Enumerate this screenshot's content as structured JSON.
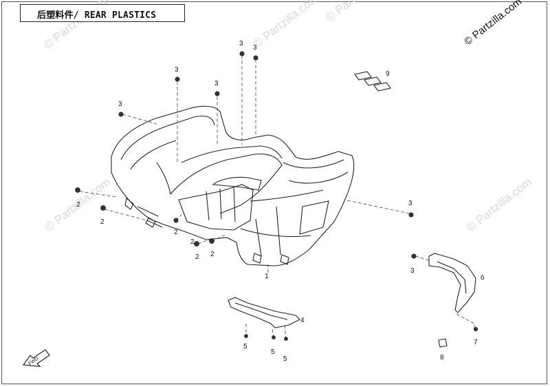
{
  "title": "后塑料件/ REAR PLASTICS",
  "watermark_main": "© Partzilla.com",
  "watermark_faint": "© Partzilla.com",
  "direction_arrow_label": "FWD",
  "callouts": {
    "c1": "1",
    "c2a": "2",
    "c2b": "2",
    "c2c": "2",
    "c2d": "2",
    "c2e": "2",
    "c2f": "2",
    "c3a": "3",
    "c3b": "3",
    "c3c": "3",
    "c3d": "3",
    "c3e": "3",
    "c3f": "3",
    "c3g": "3",
    "c4": "4",
    "c5a": "5",
    "c5b": "5",
    "c5c": "5",
    "c6": "6",
    "c7": "7",
    "c8": "8",
    "c9": "9"
  }
}
